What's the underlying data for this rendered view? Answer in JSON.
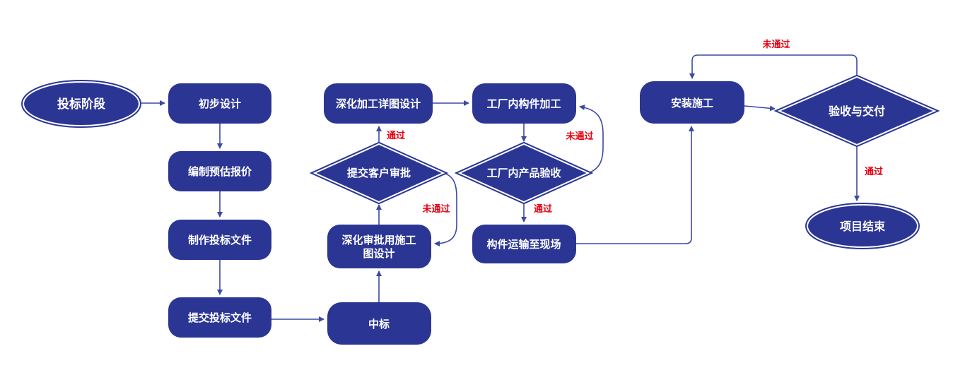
{
  "diagram": {
    "type": "flowchart",
    "colors": {
      "node_fill": "#2b3694",
      "edge": "#3a4aa0",
      "edge_label": "#e60012",
      "node_text": "#ffffff",
      "inner_ring": "#ffffff",
      "background": "#ffffff"
    },
    "nodes": {
      "bid_phase": {
        "label": "投标阶段",
        "shape": "ellipse"
      },
      "preliminary_design": {
        "label": "初步设计",
        "shape": "rounded-rect"
      },
      "estimate_quote": {
        "label": "编制预估报价",
        "shape": "rounded-rect"
      },
      "make_bid_docs": {
        "label": "制作投标文件",
        "shape": "rounded-rect"
      },
      "submit_bid_docs": {
        "label": "提交投标文件",
        "shape": "rounded-rect"
      },
      "win_bid": {
        "label": "中标",
        "shape": "rounded-rect"
      },
      "construction_drawing": {
        "label": "深化审批用施工图设计",
        "lines": [
          "深化审批用施工",
          "图设计"
        ],
        "shape": "rounded-rect"
      },
      "customer_approval": {
        "label": "提交客户审批",
        "shape": "diamond"
      },
      "detail_drawing": {
        "label": "深化加工详图设计",
        "shape": "rounded-rect"
      },
      "factory_processing": {
        "label": "工厂内构件加工",
        "shape": "rounded-rect"
      },
      "factory_acceptance": {
        "label": "工厂内产品验收",
        "shape": "diamond"
      },
      "transport_to_site": {
        "label": "构件运输至现场",
        "shape": "rounded-rect"
      },
      "installation": {
        "label": "安装施工",
        "shape": "rounded-rect"
      },
      "acceptance_delivery": {
        "label": "验收与交付",
        "shape": "diamond"
      },
      "project_end": {
        "label": "项目结束",
        "shape": "ellipse"
      }
    },
    "edge_labels": {
      "pass": "通过",
      "fail": "未通过"
    }
  }
}
